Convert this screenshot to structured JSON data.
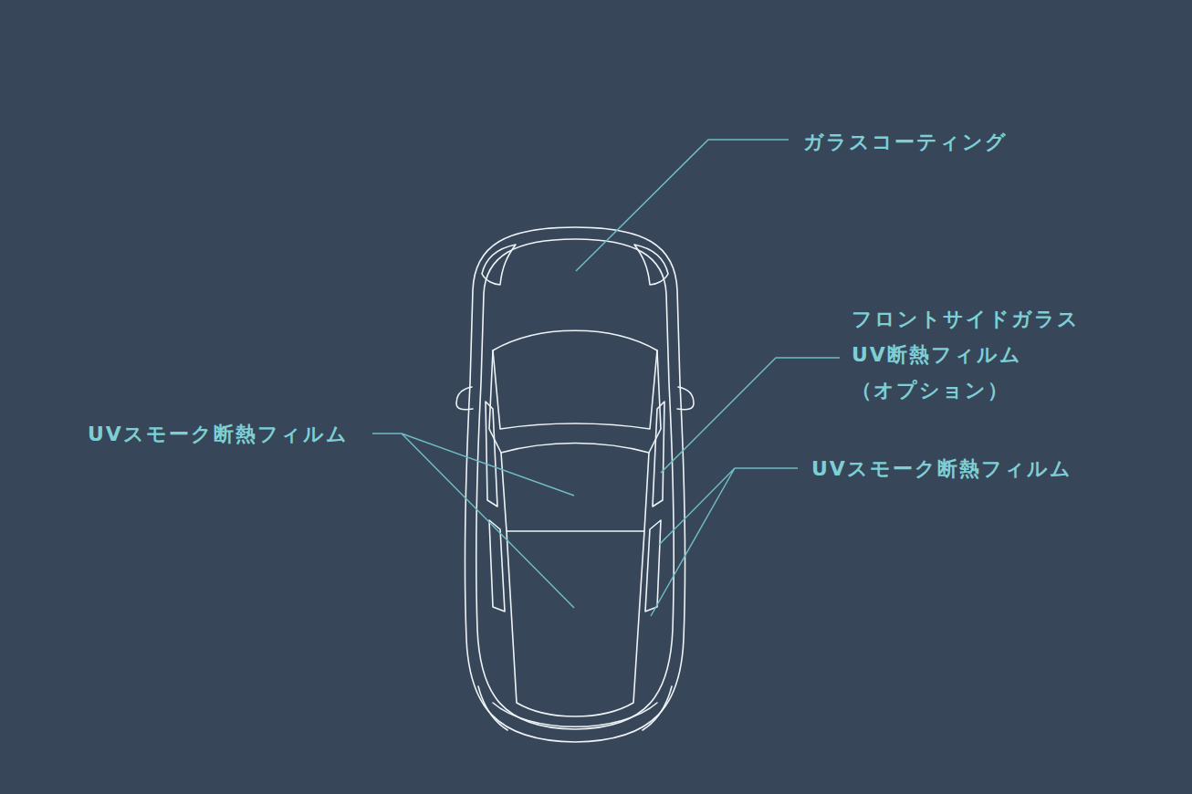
{
  "diagram": {
    "labels": [
      "ガラスコーティング",
      "フロントサイドガラス UV断熱フィルム （オプション）",
      "UVスモーク断熱フィルム",
      "UVスモーク断熱フィルム"
    ]
  }
}
